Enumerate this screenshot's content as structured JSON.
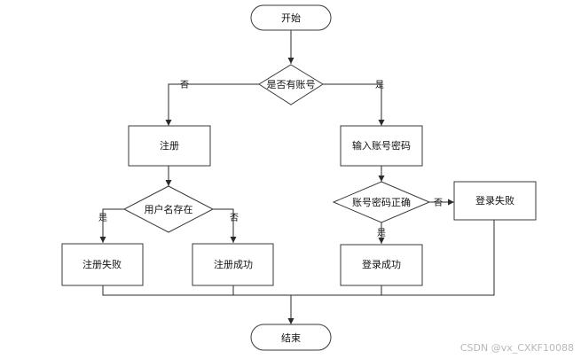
{
  "nodes": {
    "start": "开始",
    "has_account": "是否有账号",
    "register": "注册",
    "input_credentials": "输入账号密码",
    "username_exists": "用户名存在",
    "credentials_correct": "账号密码正确",
    "login_fail": "登录失败",
    "register_fail": "注册失败",
    "register_success": "注册成功",
    "login_success": "登录成功",
    "end": "结束"
  },
  "branches": {
    "has_account_no": "否",
    "has_account_yes": "是",
    "username_exists_yes": "是",
    "username_exists_no": "否",
    "credentials_correct_no": "否",
    "credentials_correct_yes": "是"
  },
  "watermark": "CSDN @vx_CXKF10088"
}
